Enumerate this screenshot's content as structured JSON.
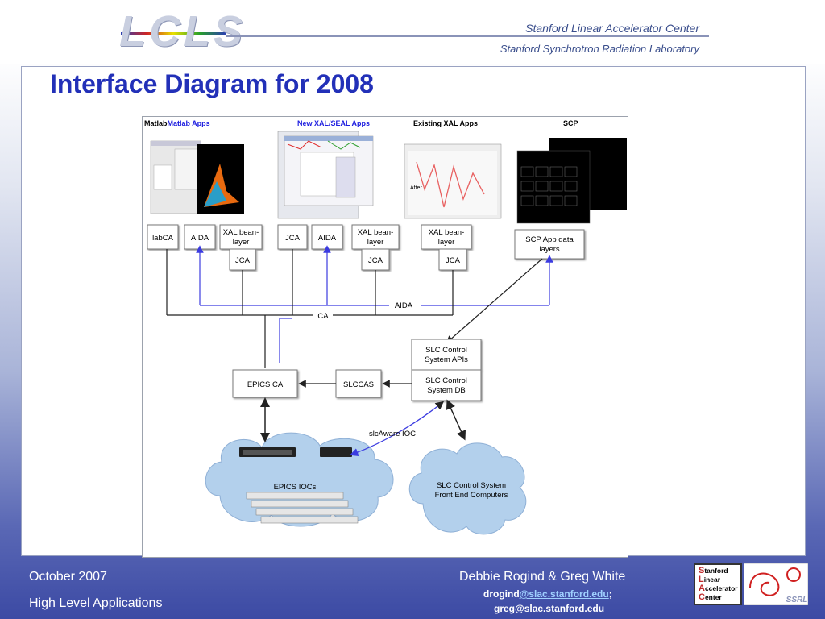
{
  "header": {
    "logo_text": "LCLS",
    "lab_name_1": "Stanford Linear Accelerator Center",
    "lab_name_2": "Stanford Synchrotron Radiation Laboratory"
  },
  "slide": {
    "title": "Interface Diagram for 2008"
  },
  "diagram": {
    "col_headers": [
      "MatlabMatlab Apps",
      "New XAL/SEAL Apps",
      "Existing XAL Apps",
      "SCP"
    ],
    "boxes": {
      "labca": "labCA",
      "aida1": "AIDA",
      "xal1a": "XAL bean-",
      "xal1b": "layer",
      "jca1": "JCA",
      "jca2": "JCA",
      "aida2": "AIDA",
      "xal2a": "XAL bean-",
      "xal2b": "layer",
      "jca3": "JCA",
      "xal3a": "XAL bean-",
      "xal3b": "layer",
      "jca4": "JCA",
      "scp_a": "SCP App data",
      "scp_b": "layers",
      "slc_api_a": "SLC Control",
      "slc_api_b": "System APIs",
      "slc_db_a": "SLC Control",
      "slc_db_b": "System DB",
      "epics_ca": "EPICS CA",
      "slccas": "SLCCAS"
    },
    "bus_aida": "AIDA",
    "bus_ca": "CA",
    "slcaware": "slcAware IOC",
    "cloud_epics": "EPICS IOCs",
    "cloud_slc_a": "SLC Control System",
    "cloud_slc_b": "Front End Computers",
    "screenshot_after": "After",
    "colors": {
      "aida_line": "#3b3be0",
      "ca_line": "#222222"
    }
  },
  "footer": {
    "date": "October  2007",
    "subject": "High Level Applications",
    "authors": "Debbie Rogind & Greg White",
    "email1_user": "drogind",
    "email1_link": "@slac.stanford.edu",
    "email1_sep": ";",
    "email2": "greg@slac.stanford.edu",
    "badge_caps": [
      "S",
      "L",
      "A",
      "C"
    ],
    "badge_rest": [
      "tanford",
      "inear",
      "ccelerator",
      "enter"
    ],
    "ssrl": "SSRL"
  }
}
